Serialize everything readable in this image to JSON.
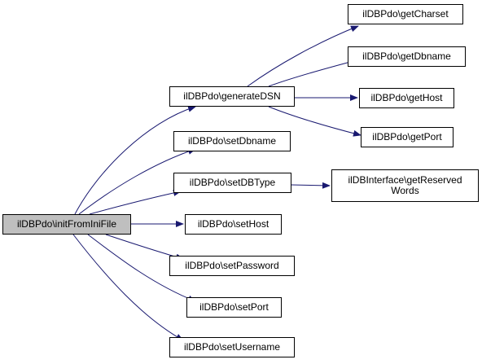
{
  "root": {
    "label": "ilDBPdo\\initFromIniFile"
  },
  "nodes": {
    "generateDSN": {
      "label": "ilDBPdo\\generateDSN"
    },
    "setDbname": {
      "label": "ilDBPdo\\setDbname"
    },
    "setDBType": {
      "label": "ilDBPdo\\setDBType"
    },
    "setHost": {
      "label": "ilDBPdo\\setHost"
    },
    "setPassword": {
      "label": "ilDBPdo\\setPassword"
    },
    "setPort": {
      "label": "ilDBPdo\\setPort"
    },
    "setUsername": {
      "label": "ilDBPdo\\setUsername"
    },
    "getCharset": {
      "label": "ilDBPdo\\getCharset"
    },
    "getDbname": {
      "label": "ilDBPdo\\getDbname"
    },
    "getHost": {
      "label": "ilDBPdo\\getHost"
    },
    "getPort": {
      "label": "ilDBPdo\\getPort"
    },
    "getReservedWords": {
      "label_line1": "ilDBInterface\\getReserved",
      "label_line2": "Words"
    }
  },
  "colors": {
    "edge": "#191970",
    "root_fill": "#bfbfbf",
    "node_fill": "#ffffff",
    "border": "#000000"
  }
}
